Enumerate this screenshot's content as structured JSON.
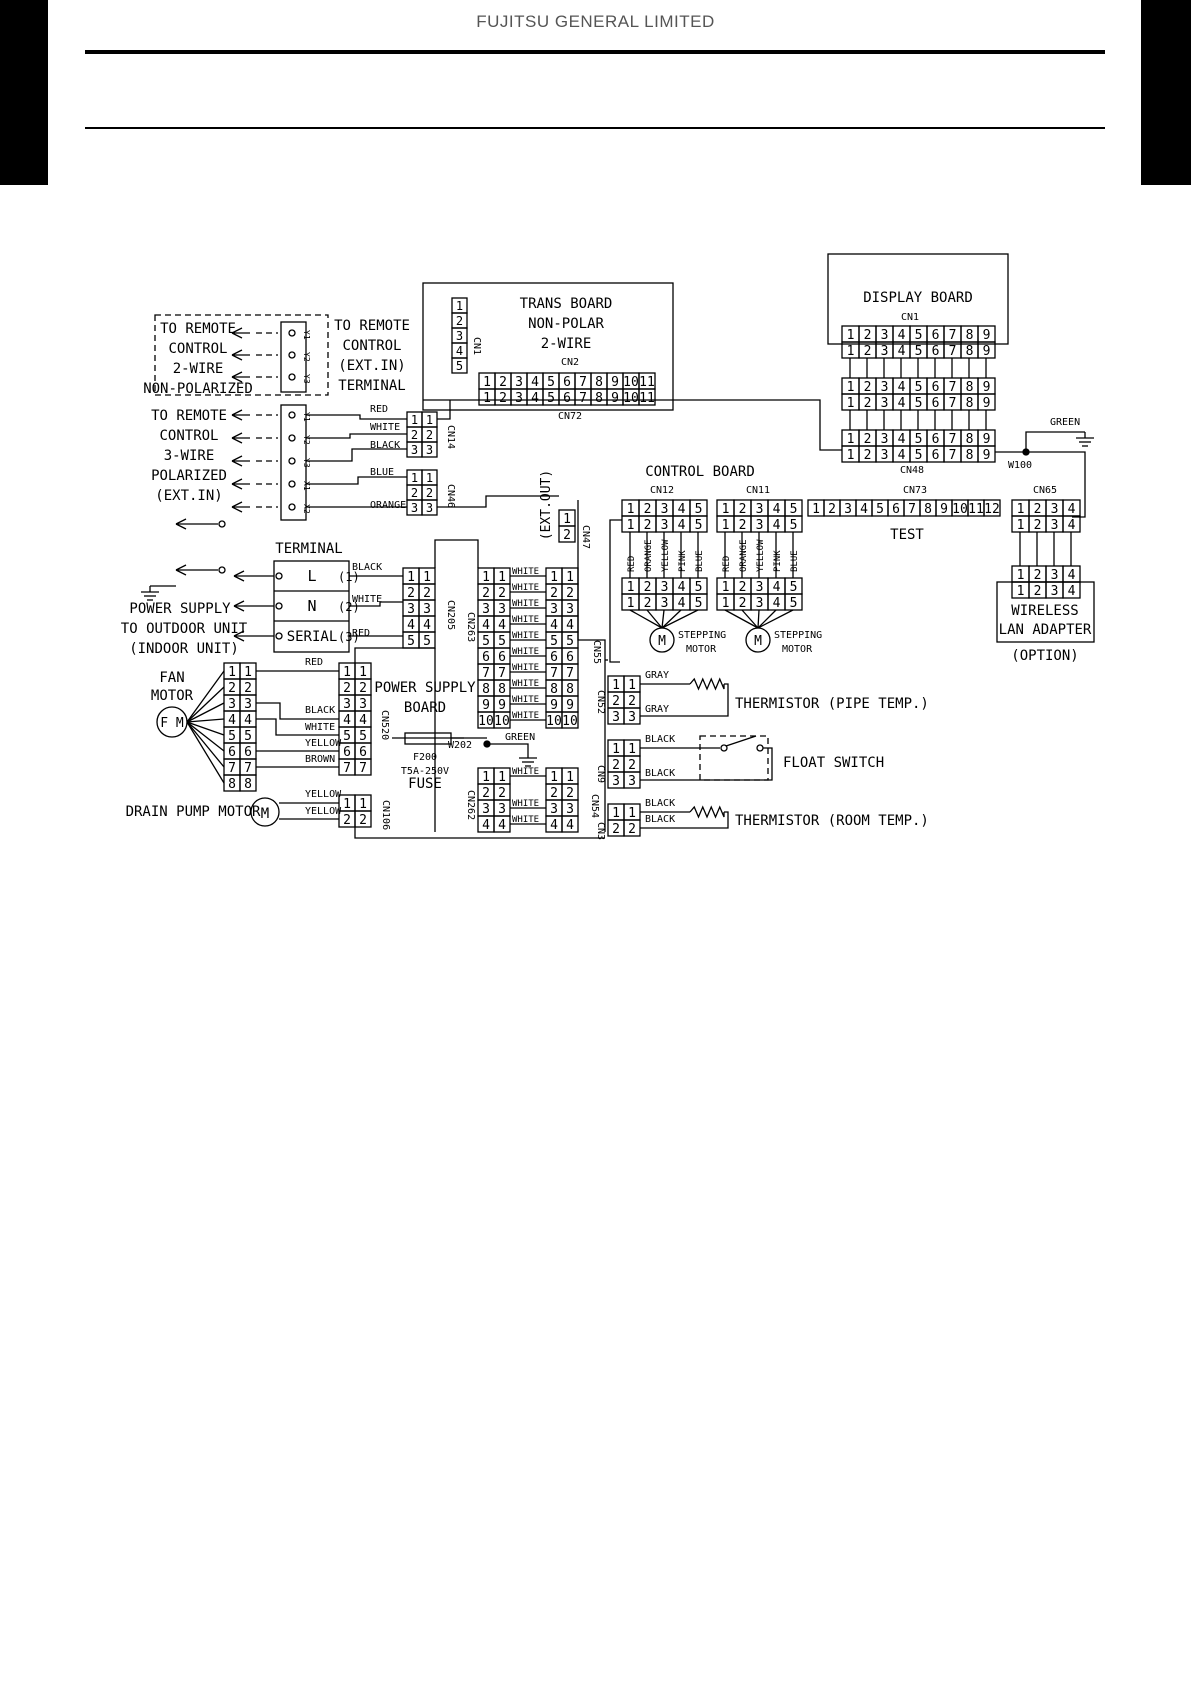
{
  "header": {
    "company": "FUJITSU GENERAL LIMITED"
  },
  "diagram": {
    "trans_board": {
      "title": [
        "TRANS BOARD",
        "NON-POLAR",
        "2-WIRE"
      ],
      "cn1": "CN1",
      "cn2": "CN2",
      "cn72": "CN72"
    },
    "display_board": {
      "title": "DISPLAY BOARD",
      "cn1": "CN1",
      "cn48": "CN48"
    },
    "control_board": {
      "title": "CONTROL BOARD",
      "cn12": "CN12",
      "cn11": "CN11",
      "cn73": "CN73",
      "cn65": "CN65",
      "test": "TEST"
    },
    "power_supply_board": {
      "title": [
        "POWER SUPPLY",
        "BOARD"
      ],
      "fuse": [
        "F200",
        "T5A-250V",
        "FUSE"
      ]
    },
    "remote_2wire": {
      "lines": [
        "TO REMOTE",
        "CONTROL",
        "2-WIRE",
        "NON-POLARIZED"
      ],
      "terminals": [
        "Y1",
        "Y2",
        "Y3"
      ]
    },
    "remote_terminal_label": [
      "TO REMOTE",
      "CONTROL",
      "(EXT.IN)",
      "TERMINAL"
    ],
    "remote_3wire": {
      "lines": [
        "TO REMOTE",
        "CONTROL",
        "3-WIRE",
        "POLARIZED",
        "(EXT.IN)"
      ],
      "terminals": [
        "Y1",
        "Y2",
        "Y3",
        "X1",
        "X2"
      ]
    },
    "terminal": {
      "title": "TERMINAL",
      "rows": [
        {
          "name": "L",
          "num": "(1)"
        },
        {
          "name": "N",
          "num": "(2)"
        },
        {
          "name": "SERIAL",
          "num": "(3)"
        }
      ]
    },
    "power_supply_label": [
      "POWER SUPPLY",
      "TO OUTDOOR UNIT",
      "(INDOOR UNIT)"
    ],
    "fan_motor": {
      "label": [
        "FAN",
        "MOTOR"
      ],
      "symbol": "F M"
    },
    "drain_pump": {
      "label": "DRAIN PUMP MOTOR",
      "symbol": "M"
    },
    "stepping_motor": {
      "symbol": "M",
      "label": [
        "STEPPING",
        "MOTOR"
      ]
    },
    "wireless": {
      "label": [
        "WIRELESS",
        "LAN ADAPTER"
      ],
      "option": "(OPTION)"
    },
    "thermistor_pipe": "THERMISTOR (PIPE TEMP.)",
    "thermistor_room": "THERMISTOR (ROOM TEMP.)",
    "float_switch": "FLOAT SWITCH",
    "ext_out": "(EXT.OUT)",
    "connectors": {
      "cn14": "CN14",
      "cn46": "CN46",
      "cn205": "CN205",
      "cn263": "CN263",
      "cn55": "CN55",
      "cn47": "CN47",
      "cn520": "CN520",
      "cn106": "CN106",
      "cn262": "CN262",
      "cn54": "CN54",
      "cn52": "CN52",
      "cn9": "CN9",
      "cn3": "CN3"
    },
    "wires": {
      "red": "RED",
      "white": "WHITE",
      "black": "BLACK",
      "blue": "BLUE",
      "orange": "ORANGE",
      "yellow": "YELLOW",
      "pink": "PINK",
      "brown": "BROWN",
      "gray": "GRAY",
      "green": "GREEN"
    },
    "nodes": {
      "w100": "W100",
      "w202": "W202"
    }
  }
}
